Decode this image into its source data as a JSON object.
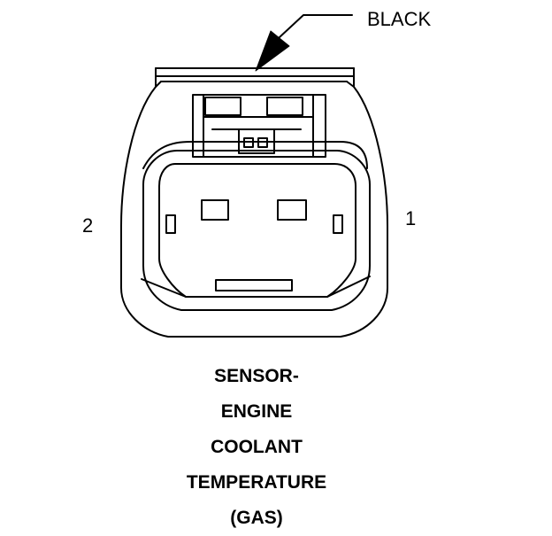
{
  "callout": {
    "wire_color": "BLACK"
  },
  "pins": {
    "left": "2",
    "right": "1"
  },
  "title_lines": [
    "SENSOR-",
    "ENGINE",
    "COOLANT",
    "TEMPERATURE",
    "(GAS)"
  ],
  "colors": {
    "line": "#000000",
    "background": "#ffffff"
  }
}
